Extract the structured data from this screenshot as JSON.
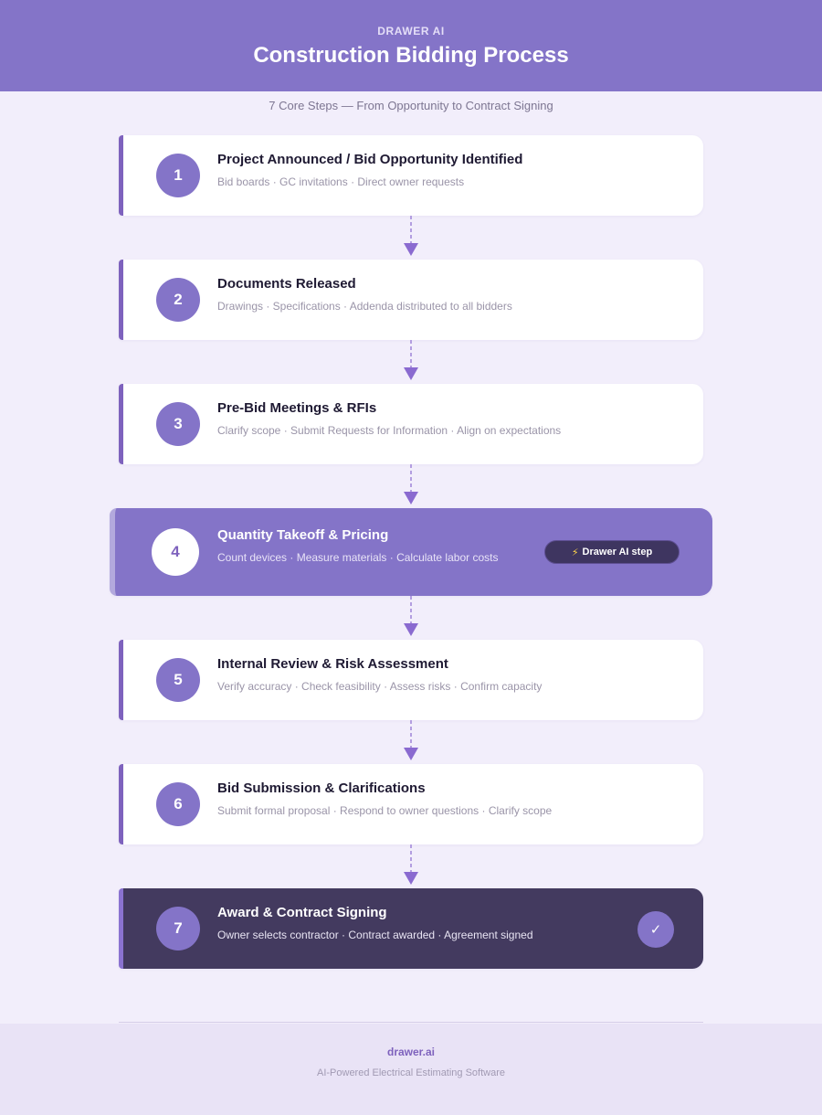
{
  "header": {
    "brand": "DRAWER AI",
    "title": "Construction Bidding Process",
    "subtitle": "7 Core Steps — From Opportunity to Contract Signing"
  },
  "steps": [
    {
      "number": "1",
      "title": "Project Announced / Bid Opportunity Identified",
      "description": "Bid boards · GC invitations · Direct owner requests"
    },
    {
      "number": "2",
      "title": "Documents Released",
      "description": "Drawings · Specifications · Addenda distributed to all bidders"
    },
    {
      "number": "3",
      "title": "Pre-Bid Meetings & RFIs",
      "description": "Clarify scope · Submit Requests for Information · Align on expectations"
    },
    {
      "number": "4",
      "title": "Quantity Takeoff & Pricing",
      "description": "Count devices · Measure materials · Calculate labor costs",
      "badge": "Drawer AI step"
    },
    {
      "number": "5",
      "title": "Internal Review & Risk Assessment",
      "description": "Verify accuracy · Check feasibility · Assess risks · Confirm capacity"
    },
    {
      "number": "6",
      "title": "Bid Submission & Clarifications",
      "description": "Submit formal proposal · Respond to owner questions · Clarify scope"
    },
    {
      "number": "7",
      "title": "Award & Contract Signing",
      "description": "Owner selects contractor · Contract awarded · Agreement signed",
      "status_icon": "check-icon"
    }
  ],
  "footer": {
    "brand": "drawer.ai",
    "tagline": "AI-Powered Electrical Estimating Software"
  },
  "colors": {
    "accent": "#8474c8",
    "accent_dark": "#7e62bd",
    "final_step_bg": "#433a5f",
    "page_bg": "#f2eefb"
  }
}
